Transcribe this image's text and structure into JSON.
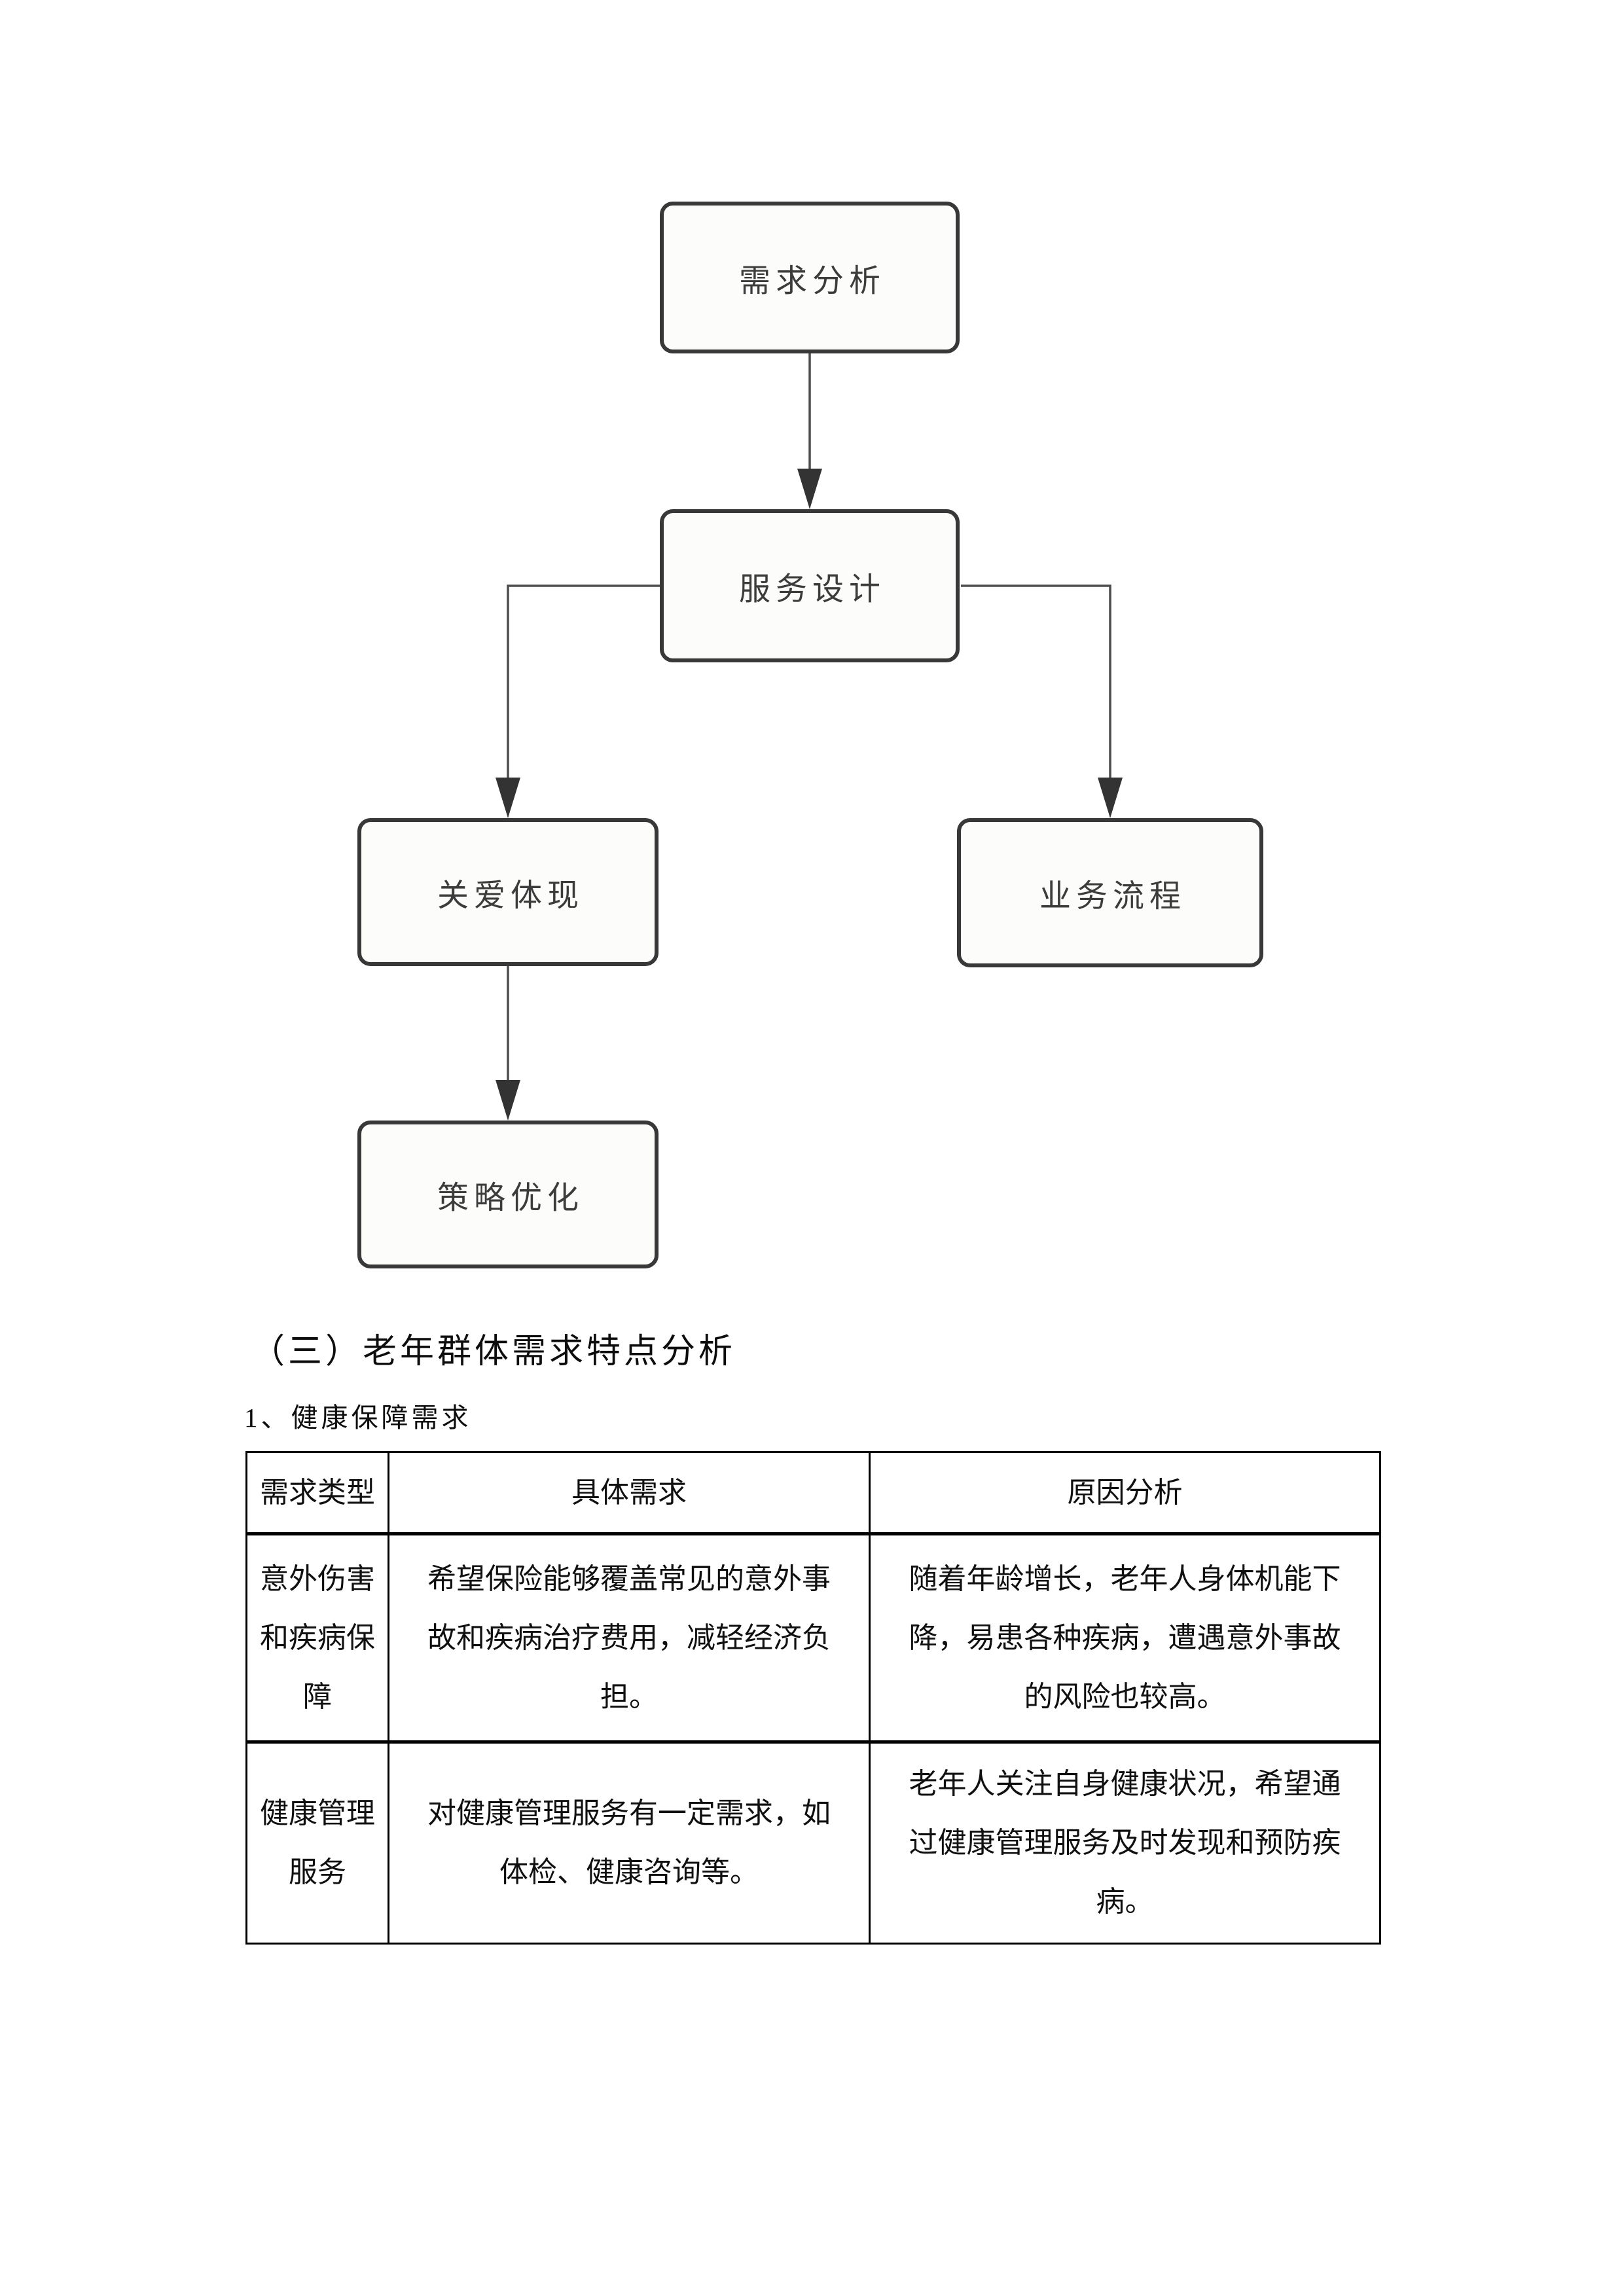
{
  "flowchart": {
    "nodes": [
      {
        "id": "requirement-analysis",
        "label": "需求分析"
      },
      {
        "id": "service-design",
        "label": "服务设计"
      },
      {
        "id": "care-embodiment",
        "label": "关爱体现"
      },
      {
        "id": "business-process",
        "label": "业务流程"
      },
      {
        "id": "strategy-optimization",
        "label": "策略优化"
      }
    ],
    "edges": [
      {
        "from": "需求分析",
        "to": "服务设计"
      },
      {
        "from": "服务设计",
        "to": "关爱体现"
      },
      {
        "from": "服务设计",
        "to": "业务流程"
      },
      {
        "from": "关爱体现",
        "to": "策略优化"
      }
    ],
    "colors": {
      "node_border": "#383838",
      "node_fill": "#fcfcfa",
      "node_text": "#3c3c3c",
      "edge_line": "#4d4d4d",
      "arrow_fill": "#333333"
    }
  },
  "section": {
    "heading": "（三）老年群体需求特点分析",
    "subheading": "1、健康保障需求"
  },
  "table": {
    "headers": [
      "需求类型",
      "具体需求",
      "原因分析"
    ],
    "rows": [
      {
        "type": "意外伤害和疾病保障",
        "need": "希望保险能够覆盖常见的意外事故和疾病治疗费用，减轻经济负担。",
        "reason": "随着年龄增长，老年人身体机能下降，易患各种疾病，遭遇意外事故的风险也较高。"
      },
      {
        "type": "健康管理服务",
        "need": "对健康管理服务有一定需求，如体检、健康咨询等。",
        "reason": "老年人关注自身健康状况，希望通过健康管理服务及时发现和预防疾病。"
      }
    ]
  }
}
